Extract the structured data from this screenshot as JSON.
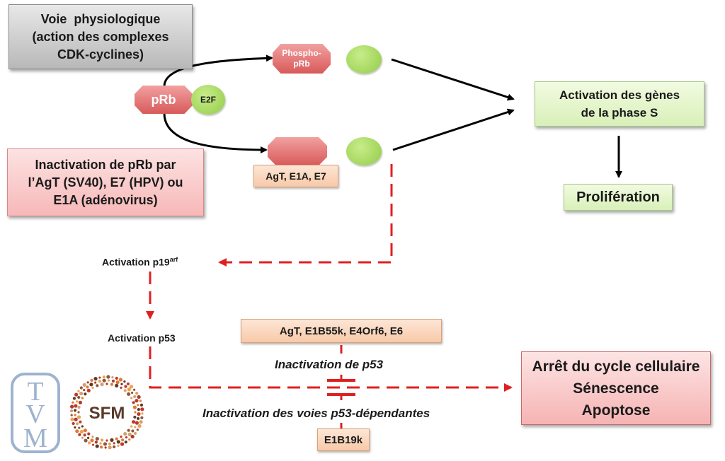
{
  "physiological_pathway": {
    "lines": [
      "Voie  physiologique",
      "(action des complexes",
      "CDK-cyclines)"
    ]
  },
  "prb_complex": {
    "prb_label": "pRb",
    "e2f_label": "E2F"
  },
  "phospho_prb": {
    "lines": [
      "Phospho-",
      "pRb"
    ]
  },
  "viral_binding_label": "AgT, E1A, E7",
  "inactivation_prb": {
    "lines": [
      "Inactivation de pRb par",
      "l’AgT (SV40), E7 (HPV) ou",
      "E1A (adénovirus)"
    ]
  },
  "s_phase_activation": {
    "lines": [
      "Activation des gènes",
      "de la phase S"
    ]
  },
  "proliferation": "Prolifération",
  "p19_activation": {
    "text": "Activation p19",
    "superscript": "arf"
  },
  "p53_activation": "Activation p53",
  "p53_inhibitors": "AgT, E1B55k, E4Orf6, E6",
  "p53_inactivation": "Inactivation de p53",
  "p53_pathway_inactivation": "Inactivation des voies p53-dépendantes",
  "e1b19k": "E1B19k",
  "outcomes": {
    "lines": [
      "Arrêt du cycle cellulaire",
      "Sénescence",
      "Apoptose"
    ]
  },
  "logos": {
    "tvm_letters": [
      "T",
      "V",
      "M"
    ],
    "sfm_text": "SFM"
  },
  "colors": {
    "arrow_black": "#000000",
    "arrow_red": "#e02020",
    "tvm_blue": "#9db3cf",
    "sfm_brown": "#5a3a2a",
    "sfm_orange": "#e07a30"
  }
}
